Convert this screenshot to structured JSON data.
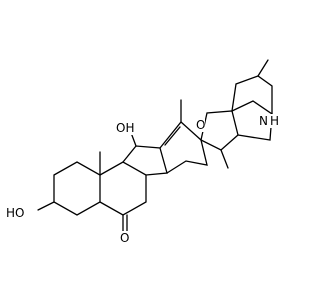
{
  "atom_labels": {
    "hydroxyl_upper": "OH",
    "hydroxyl_lower": "HO",
    "ketone_oxygen": "O",
    "ring_oxygen": "O",
    "ring_nitrogen": "N",
    "nitrogen_hydrogen": "H"
  }
}
